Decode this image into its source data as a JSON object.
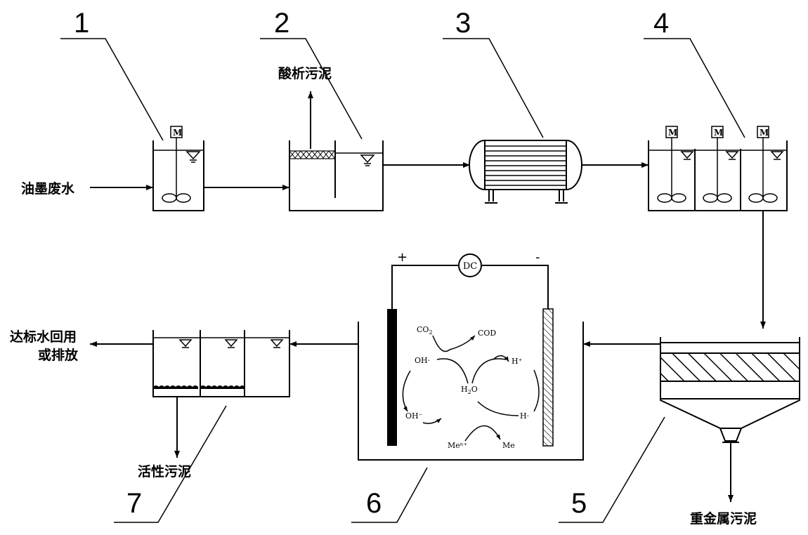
{
  "numbers": [
    "1",
    "2",
    "3",
    "4",
    "5",
    "6",
    "7"
  ],
  "labels": {
    "influent": "油墨废水",
    "acid_sludge": "酸析污泥",
    "heavy_metal_sludge": "重金属污泥",
    "effluent_line1": "达标水回用",
    "effluent_line2": "或排放",
    "activated_sludge": "活性污泥"
  },
  "motor_label": "M",
  "power": {
    "label": "DC",
    "positive": "+",
    "negative": "-"
  },
  "chem": {
    "co2": "CO",
    "co2_sub": "2",
    "cod": "COD",
    "oh_rad": "OH·",
    "oh_minus": "OH⁻",
    "h_plus": "H⁺",
    "h_rad": "H·",
    "h2o": "H",
    "h2o_sub": "2",
    "h2o_o": "O",
    "men": "Meⁿ⁺",
    "me": "Me"
  }
}
